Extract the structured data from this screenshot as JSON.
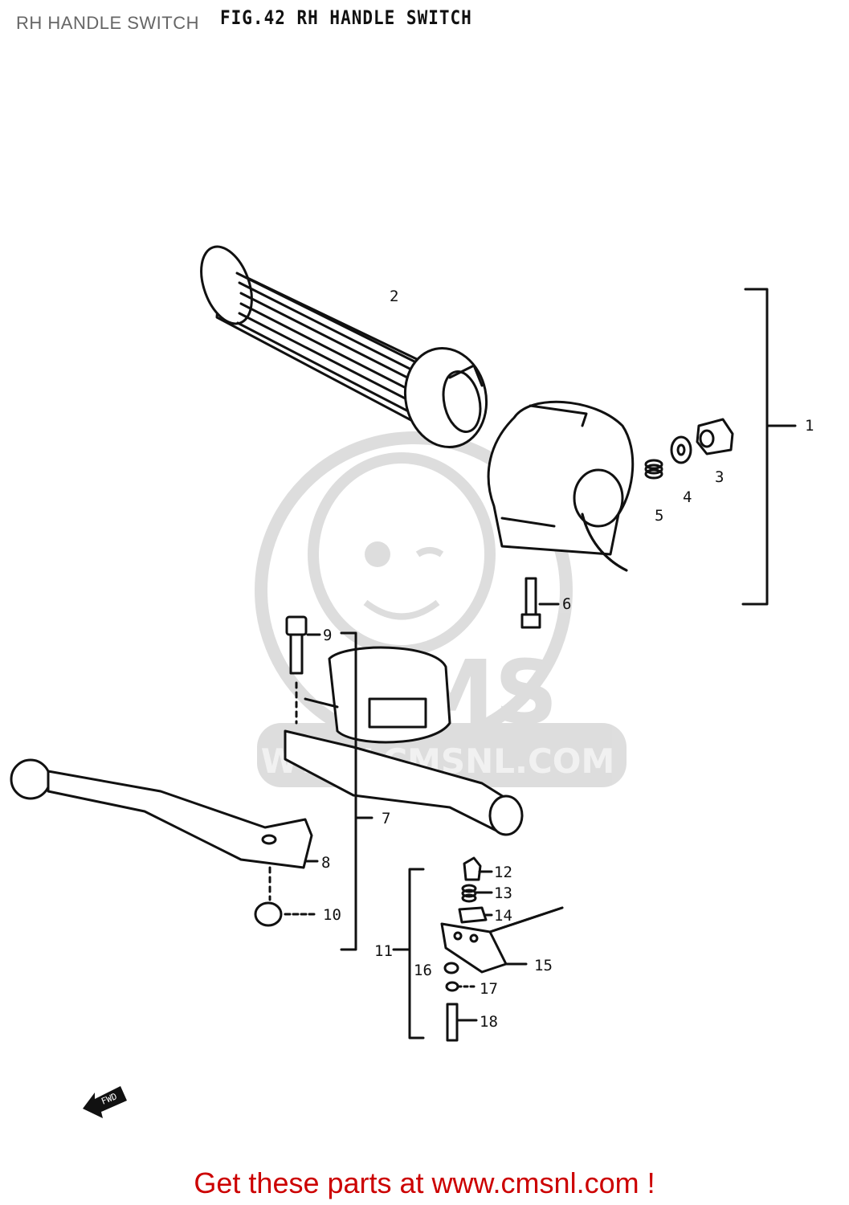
{
  "page_title": "RH HANDLE SWITCH",
  "figure_title": "FIG.42  RH HANDLE SWITCH",
  "watermark": {
    "brand": "CMS",
    "url": "WWW.CMSNL.COM"
  },
  "callouts": [
    {
      "id": "1",
      "label": "1"
    },
    {
      "id": "2",
      "label": "2"
    },
    {
      "id": "3",
      "label": "3"
    },
    {
      "id": "4",
      "label": "4"
    },
    {
      "id": "5",
      "label": "5"
    },
    {
      "id": "6",
      "label": "6"
    },
    {
      "id": "7",
      "label": "7"
    },
    {
      "id": "8",
      "label": "8"
    },
    {
      "id": "9",
      "label": "9"
    },
    {
      "id": "10",
      "label": "10"
    },
    {
      "id": "11",
      "label": "11"
    },
    {
      "id": "12",
      "label": "12"
    },
    {
      "id": "13",
      "label": "13"
    },
    {
      "id": "14",
      "label": "14"
    },
    {
      "id": "15",
      "label": "15"
    },
    {
      "id": "16",
      "label": "16"
    },
    {
      "id": "17",
      "label": "17"
    },
    {
      "id": "18",
      "label": "18"
    }
  ],
  "fwd_label": "FWD",
  "footer": {
    "text": "Get these parts at www.cmsnl.com !",
    "color": "#cc0000"
  }
}
